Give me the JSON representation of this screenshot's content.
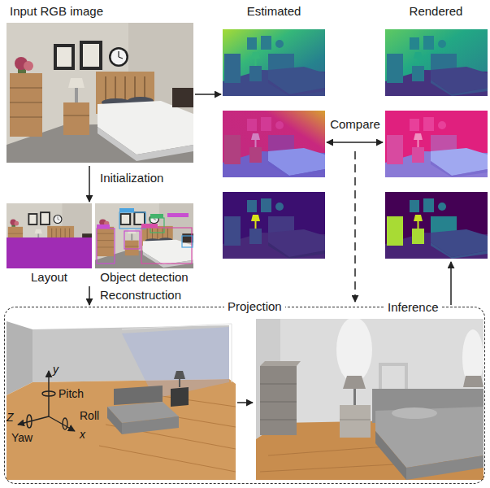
{
  "diagram": {
    "nodes": [
      {
        "text": [
          "Input RGB image"
        ]
      },
      {
        "text": [
          "Estimated"
        ]
      },
      {
        "text": [
          "Rendered"
        ]
      },
      {
        "text": [
          "Layout"
        ]
      },
      {
        "text": [
          "Object detection"
        ]
      },
      {
        "text": [
          "Projection"
        ]
      }
    ],
    "edges": [
      {
        "from": 0,
        "to": 1,
        "arrow": "to"
      },
      {
        "from": 0,
        "to": 3,
        "label": "Initialization",
        "arrow": "to"
      },
      {
        "from": 3,
        "to": 5,
        "label": "Reconstruction",
        "arrow": "to"
      },
      {
        "from": 1,
        "to": 2,
        "label": "Compare",
        "arrow": "both"
      },
      {
        "from": 5,
        "to": 2,
        "label": "Inference",
        "arrow": "to"
      }
    ],
    "labels": [
      "y",
      "Pitch",
      "Z",
      "Roll",
      "x",
      "Yaw"
    ]
  }
}
